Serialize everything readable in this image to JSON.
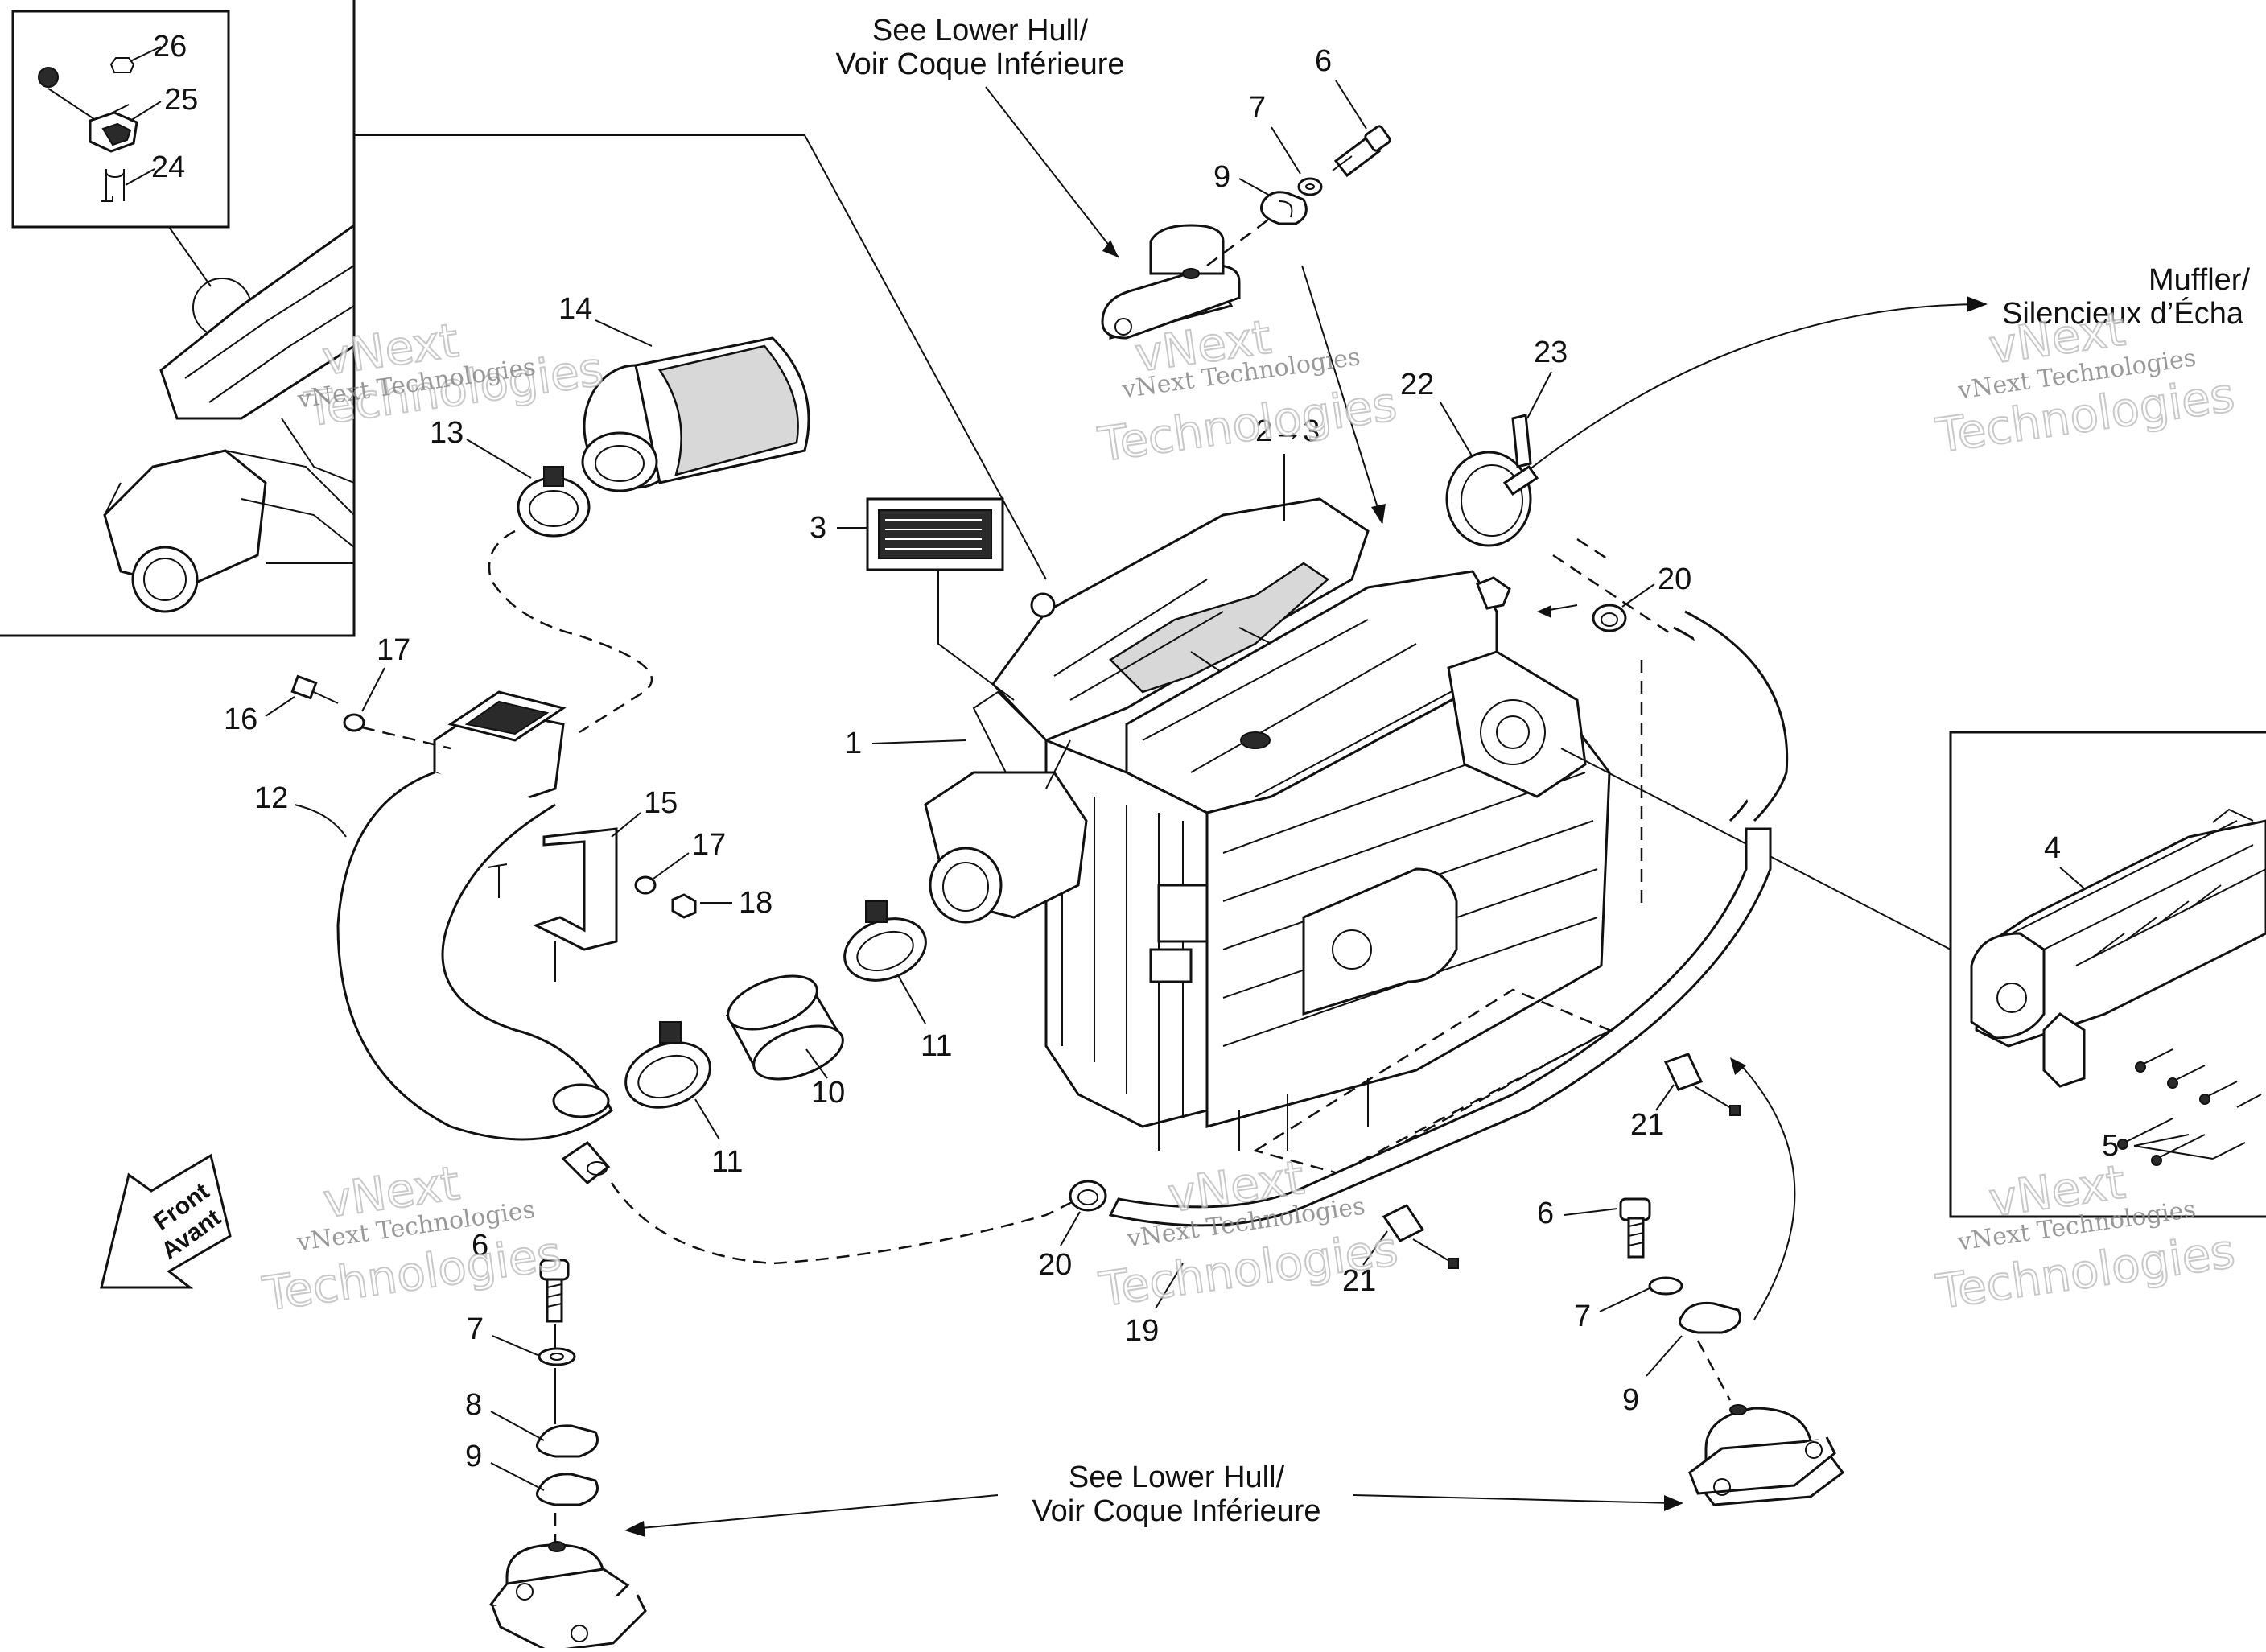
{
  "references": {
    "lower_hull_top": [
      "See Lower Hull/",
      "Voir Coque Inférieure"
    ],
    "lower_hull_bottom": [
      "See Lower Hull/",
      "Voir Coque Inférieure"
    ],
    "muffler": [
      "Muffler/",
      "Silencieux d’Écha"
    ],
    "front": [
      "Front",
      "Avant"
    ]
  },
  "watermark": {
    "line1": "vNext Technologies",
    "big_top": "vNext",
    "big_bottom": "Technologies"
  },
  "callouts": {
    "c1": "1",
    "c2_3": "2→3",
    "c3": "3",
    "c4": "4",
    "c5": "5",
    "c6a": "6",
    "c6b": "6",
    "c6c": "6",
    "c7a": "7",
    "c7b": "7",
    "c7c": "7",
    "c8": "8",
    "c9a": "9",
    "c9b": "9",
    "c9c": "9",
    "c10": "10",
    "c11a": "11",
    "c11b": "11",
    "c12": "12",
    "c13": "13",
    "c14": "14",
    "c15": "15",
    "c16": "16",
    "c17a": "17",
    "c17b": "17",
    "c18": "18",
    "c19": "19",
    "c20a": "20",
    "c20b": "20",
    "c21a": "21",
    "c21b": "21",
    "c22": "22",
    "c23": "23",
    "c24": "24",
    "c25": "25",
    "c26": "26"
  },
  "colors": {
    "line": "#111111",
    "background": "#ffffff",
    "watermark": "#888888"
  }
}
